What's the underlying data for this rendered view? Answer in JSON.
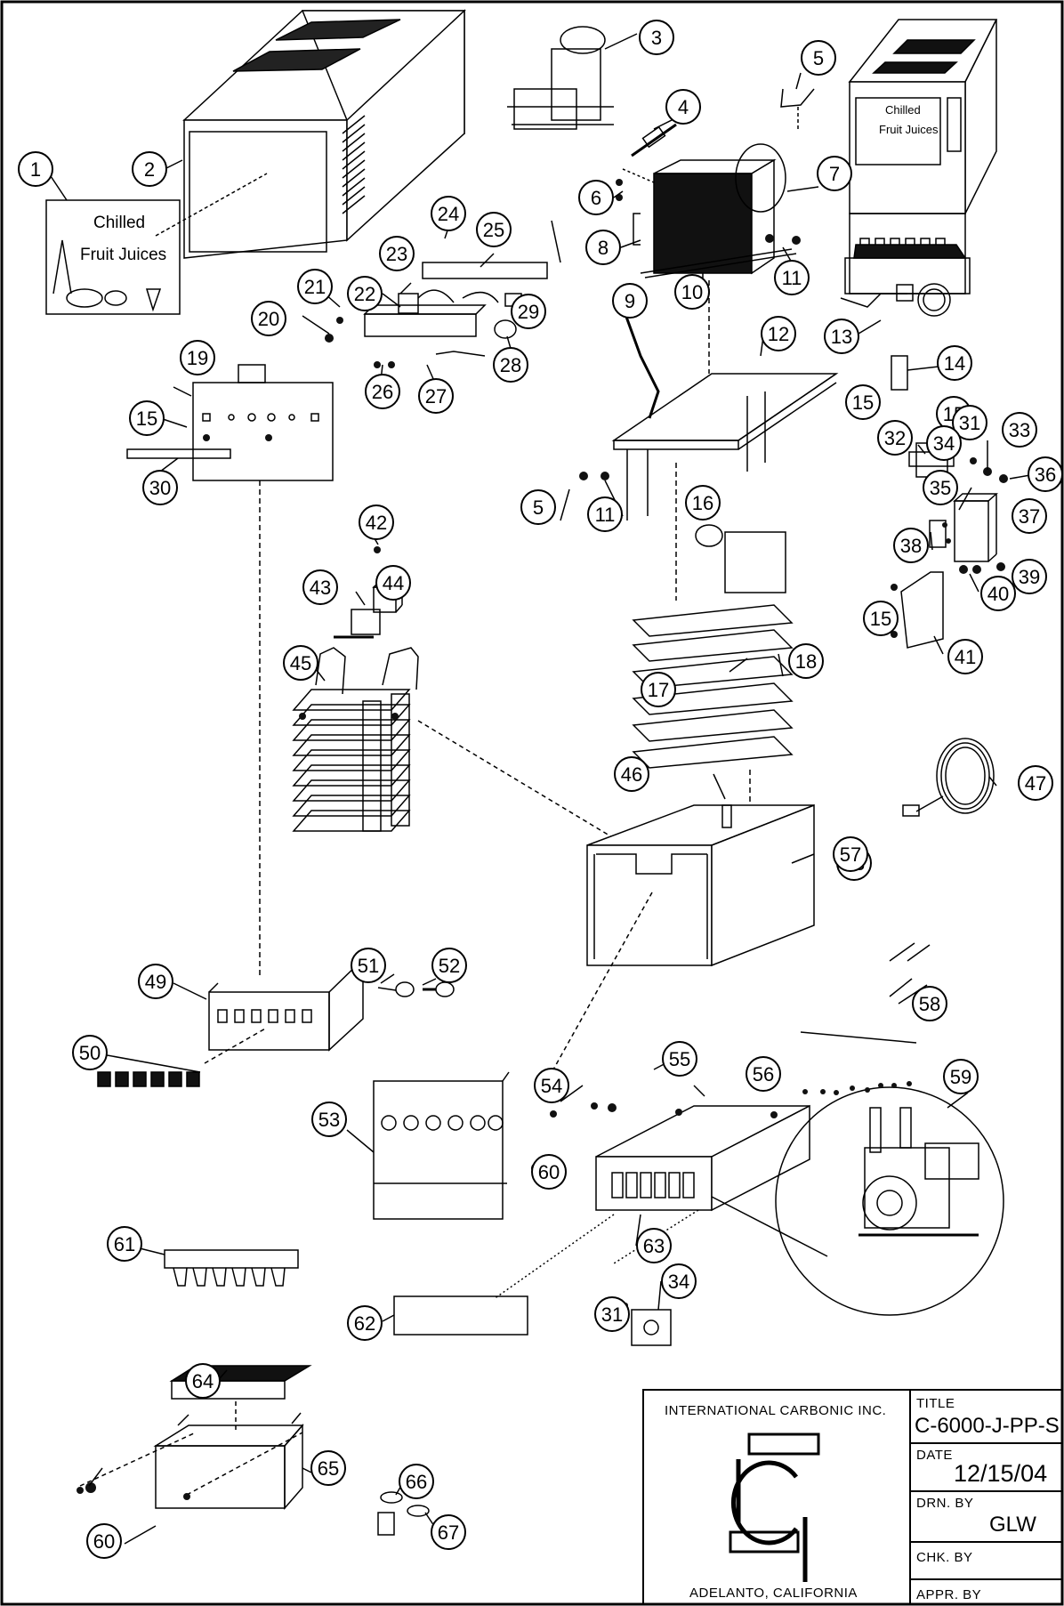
{
  "callouts": [
    "1",
    "2",
    "3",
    "4",
    "5",
    "6",
    "7",
    "8",
    "9",
    "10",
    "11",
    "12",
    "13",
    "14",
    "15",
    "15",
    "15",
    "15",
    "16",
    "17",
    "18",
    "19",
    "20",
    "21",
    "22",
    "23",
    "24",
    "25",
    "26",
    "27",
    "28",
    "29",
    "30",
    "31",
    "31",
    "32",
    "33",
    "34",
    "34",
    "35",
    "36",
    "37",
    "38",
    "39",
    "40",
    "41",
    "42",
    "43",
    "44",
    "45",
    "46",
    "47",
    "48",
    "49",
    "50",
    "51",
    "52",
    "53",
    "54",
    "55",
    "56",
    "57",
    "58",
    "59",
    "60",
    "60",
    "61",
    "62",
    "63",
    "64",
    "65",
    "66",
    "67",
    "5",
    "11"
  ],
  "signs": {
    "left": {
      "line1": "Chilled",
      "line2": "Fruit Juices"
    },
    "right": {
      "line1": "Chilled",
      "line2": "Fruit Juices"
    }
  },
  "title_block": {
    "company": "INTERNATIONAL CARBONIC INC.",
    "location": "ADELANTO, CALIFORNIA",
    "title_label": "TITLE",
    "title_value": "C-6000-J-PP-S",
    "date_label": "DATE",
    "date_value": "12/15/04",
    "drawn_label": "DRN. BY",
    "drawn_value": "GLW",
    "checked_label": "CHK. BY",
    "approved_label": "APPR. BY"
  }
}
